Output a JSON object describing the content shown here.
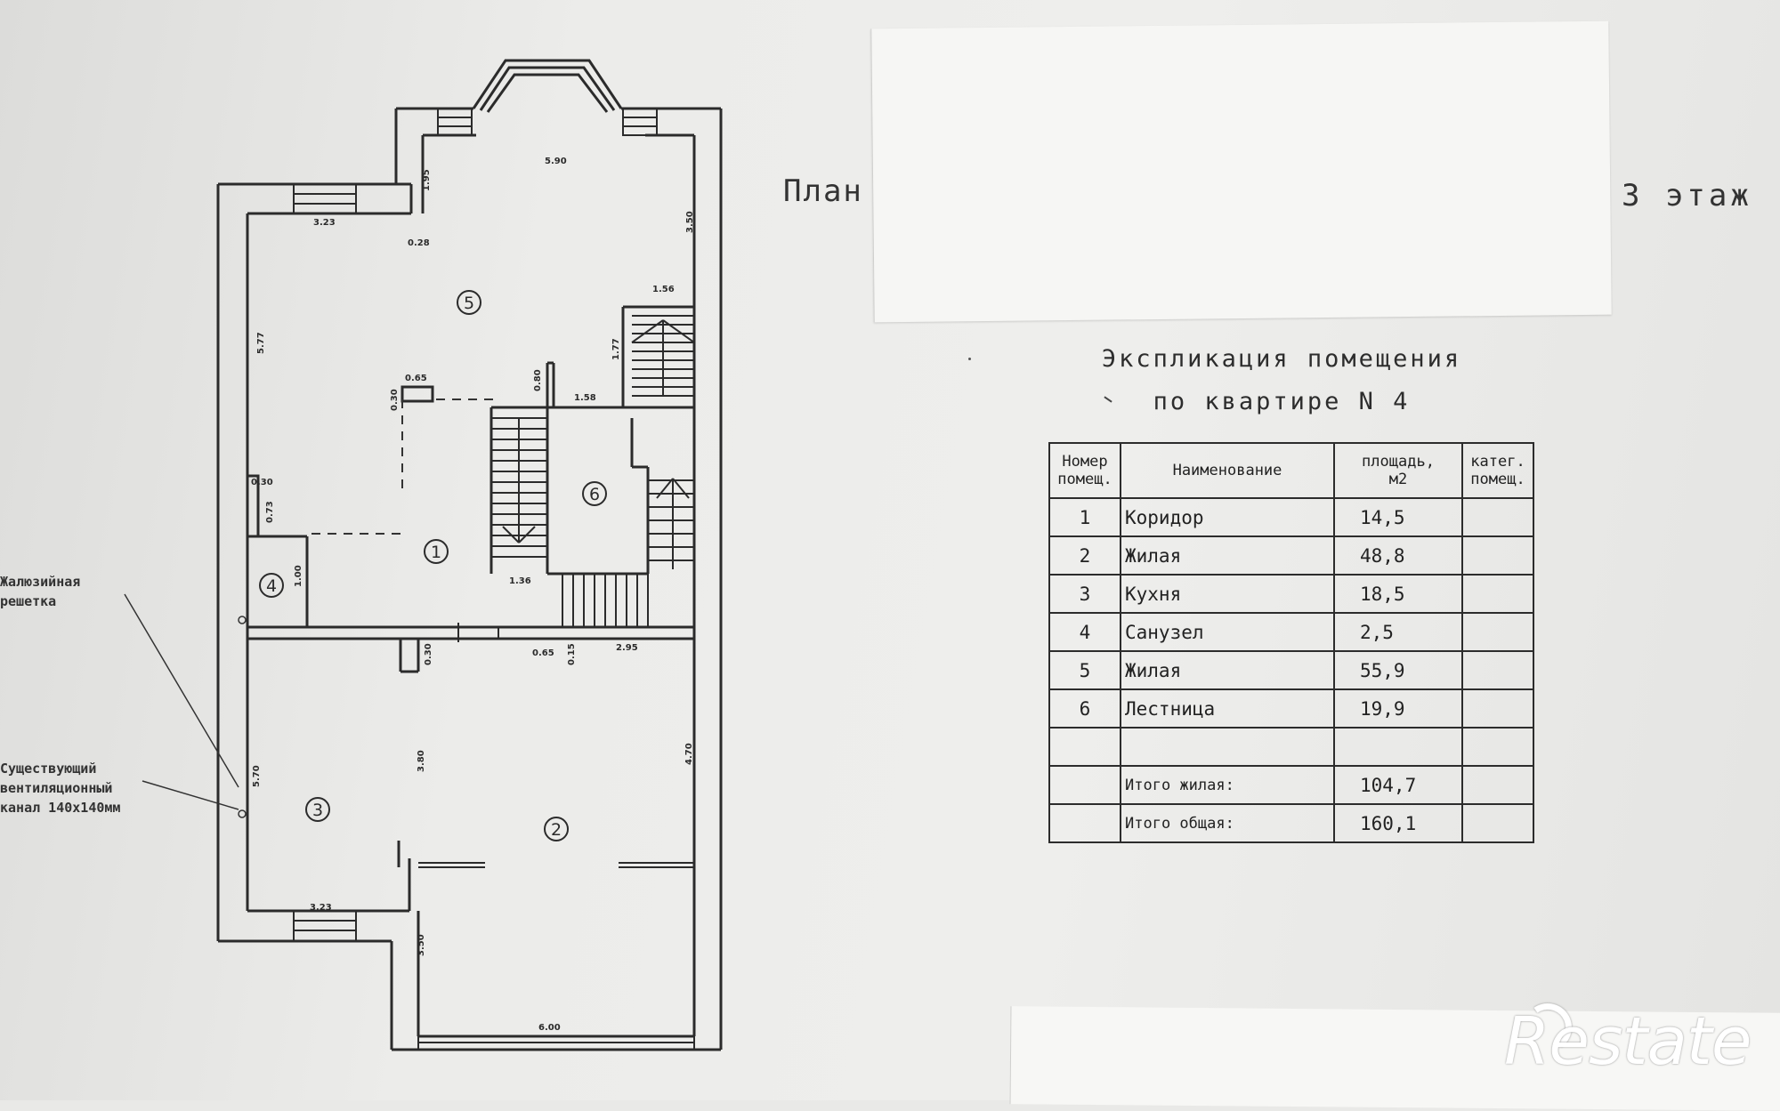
{
  "plan": {
    "title_left": "План",
    "title_right": "3 этаж",
    "room_markers": [
      "1",
      "2",
      "3",
      "4",
      "5",
      "6"
    ],
    "dimensions": {
      "d_590": "5.90",
      "d_195": "1.95",
      "d_323_top": "3.23",
      "d_028": "0.28",
      "d_350_top": "3.50",
      "d_577": "5.77",
      "d_156": "1.56",
      "d_177": "1.77",
      "d_065_top": "0.65",
      "d_030": "0.30",
      "d_080": "0.80",
      "d_158": "1.58",
      "d_030_side": "0.30",
      "d_073": "0.73",
      "d_100": "1.00",
      "d_136": "1.36",
      "d_030_b": "0.30",
      "d_065_b": "0.65",
      "d_015": "0.15",
      "d_295": "2.95",
      "d_570": "5.70",
      "d_380": "3.80",
      "d_470": "4.70",
      "d_323_bottom": "3.23",
      "d_350_bottom": "3.50",
      "d_600": "6.00"
    },
    "note_grille": "Жалюзийная\nрешетка",
    "note_vent": "Существующий\nвентиляционный\nканал 140х140мм"
  },
  "explication": {
    "title_line1": "Экспликация помещения",
    "title_line2": "по квартире N 4",
    "headers": {
      "num": "Номер\nпомещ.",
      "name": "Наименование",
      "area": "площадь,\nм2",
      "cat": "катег.\nпомещ."
    },
    "rows": [
      {
        "num": "1",
        "name": "Коридор",
        "area": "14,5"
      },
      {
        "num": "2",
        "name": "Жилая",
        "area": "48,8"
      },
      {
        "num": "3",
        "name": "Кухня",
        "area": "18,5"
      },
      {
        "num": "4",
        "name": "Санузел",
        "area": "2,5"
      },
      {
        "num": "5",
        "name": "Жилая",
        "area": "55,9"
      },
      {
        "num": "6",
        "name": "Лестница",
        "area": "19,9"
      }
    ],
    "total_living_label": "Итого жилая:",
    "total_living_value": "104,7",
    "total_all_label": "Итого общая:",
    "total_all_value": "160,1"
  },
  "watermark": "Restate"
}
